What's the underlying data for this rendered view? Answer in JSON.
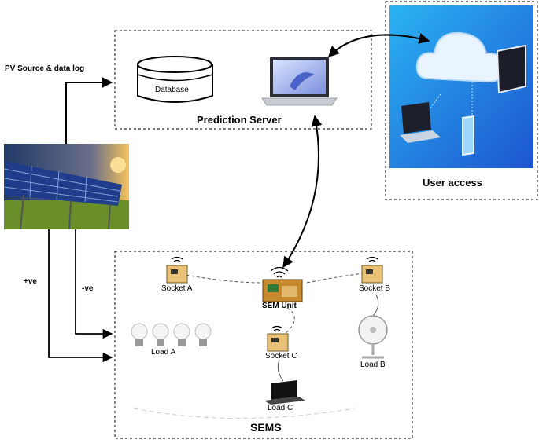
{
  "labels": {
    "pv_source": "PV Source & data log",
    "database": "Database",
    "prediction_server": "Prediction Server",
    "user_access": "User access",
    "positive": "+ve",
    "negative": "-ve",
    "socket_a": "Socket A",
    "socket_b": "Socket B",
    "socket_c": "Socket C",
    "sem_unit": "SEM Unit",
    "load_a": "Load A",
    "load_b": "Load B",
    "load_c": "Load C",
    "sems": "SEMS"
  },
  "colors": {
    "cloud_bg_top": "#1aa3ee",
    "cloud_bg_bottom": "#1e5fd6",
    "sky": "#1b3a66",
    "grass": "#6a8f2a",
    "socket_box": "#e9c277",
    "sem_board": "#c78a2d"
  }
}
